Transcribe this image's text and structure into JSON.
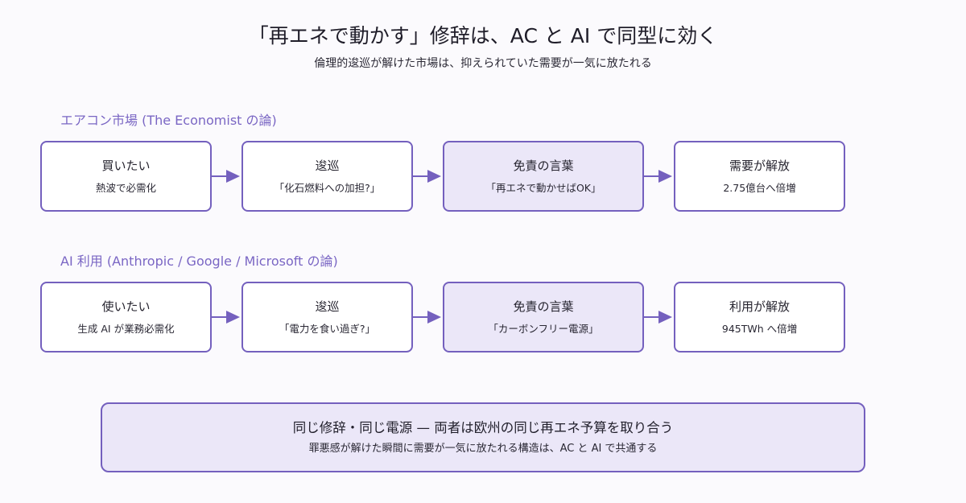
{
  "title": "「再エネで動かす」修辞は、AC と AI で同型に効く",
  "subtitle": "倫理的逡巡が解けた市場は、抑えられていた需要が一気に放たれる",
  "rows": [
    {
      "label": "エアコン市場 (The Economist の論)",
      "steps": [
        {
          "head": "買いたい",
          "sub": "熱波で必需化",
          "highlight": false
        },
        {
          "head": "逡巡",
          "sub": "「化石燃料への加担?」",
          "highlight": false
        },
        {
          "head": "免責の言葉",
          "sub": "「再エネで動かせばOK」",
          "highlight": true
        },
        {
          "head": "需要が解放",
          "sub": "2.75億台へ倍増",
          "highlight": false
        }
      ]
    },
    {
      "label": "AI 利用 (Anthropic / Google / Microsoft の論)",
      "steps": [
        {
          "head": "使いたい",
          "sub": "生成 AI が業務必需化",
          "highlight": false
        },
        {
          "head": "逡巡",
          "sub": "「電力を食い過ぎ?」",
          "highlight": false
        },
        {
          "head": "免責の言葉",
          "sub": "「カーボンフリー電源」",
          "highlight": true
        },
        {
          "head": "利用が解放",
          "sub": "945TWh へ倍増",
          "highlight": false
        }
      ]
    }
  ],
  "summary": {
    "head": "同じ修辞・同じ電源 — 両者は欧州の同じ再エネ予算を取り合う",
    "sub": "罪悪感が解けた瞬間に需要が一気に放たれる構造は、AC と AI で共通する"
  },
  "colors": {
    "accent": "#7460be",
    "label": "#7a66c4",
    "highlight_fill": "#ebe7f8",
    "node_fill": "#ffffff"
  }
}
